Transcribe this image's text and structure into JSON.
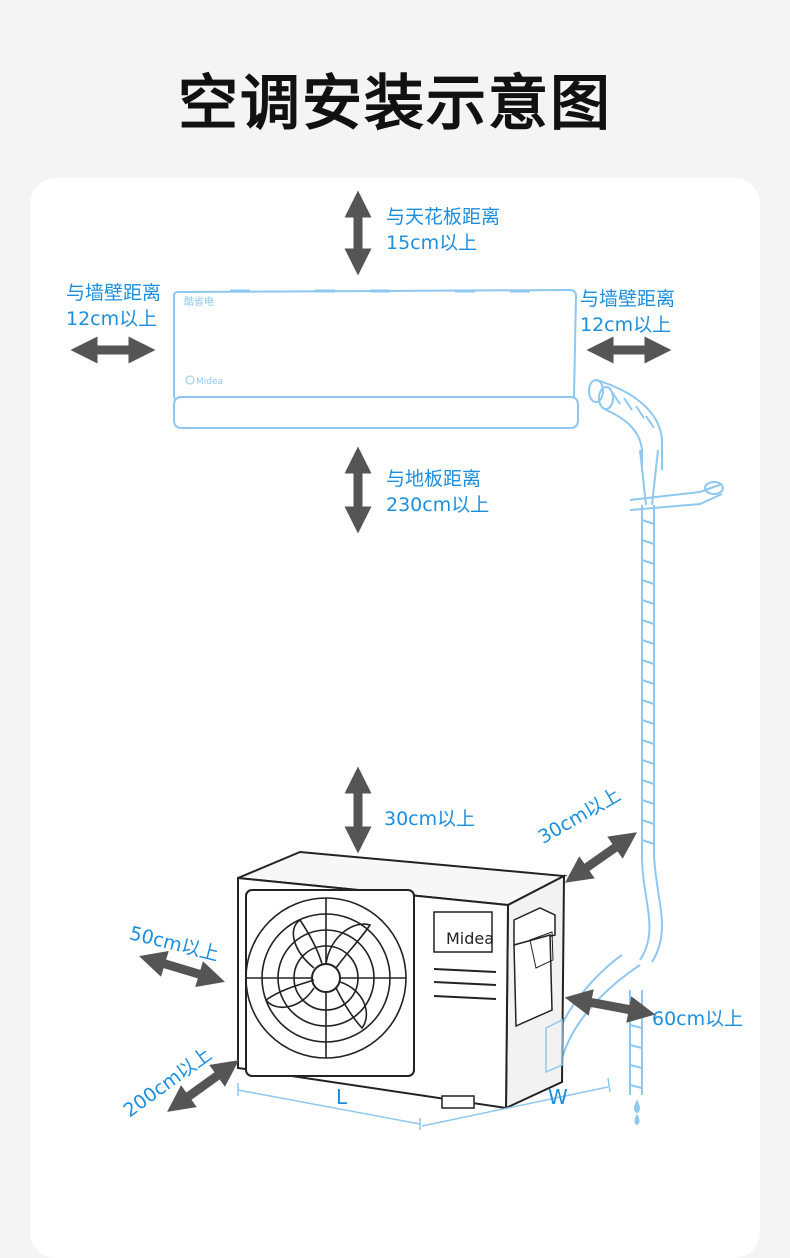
{
  "title": "空调安装示意图",
  "colors": {
    "accent": "#1a8fe0",
    "arrow": "#555555",
    "outline": "#8ec8ef",
    "line": "#222222"
  },
  "indoor_unit": {
    "brand": "Midea",
    "badge": "酷省电"
  },
  "outdoor_unit": {
    "brand": "Midea"
  },
  "labels": {
    "ceiling": {
      "line1": "与天花板距离",
      "line2": "15cm以上"
    },
    "wall_left": {
      "line1": "与墙壁距离",
      "line2": "12cm以上"
    },
    "wall_right": {
      "line1": "与墙壁距离",
      "line2": "12cm以上"
    },
    "floor": {
      "line1": "与地板距离",
      "line2": "230cm以上"
    },
    "outdoor_top": "30cm以上",
    "outdoor_right_back": "30cm以上",
    "outdoor_left_side": "50cm以上",
    "outdoor_front": "200cm以上",
    "outdoor_right": "60cm以上",
    "dim_length": "L",
    "dim_width": "W"
  }
}
